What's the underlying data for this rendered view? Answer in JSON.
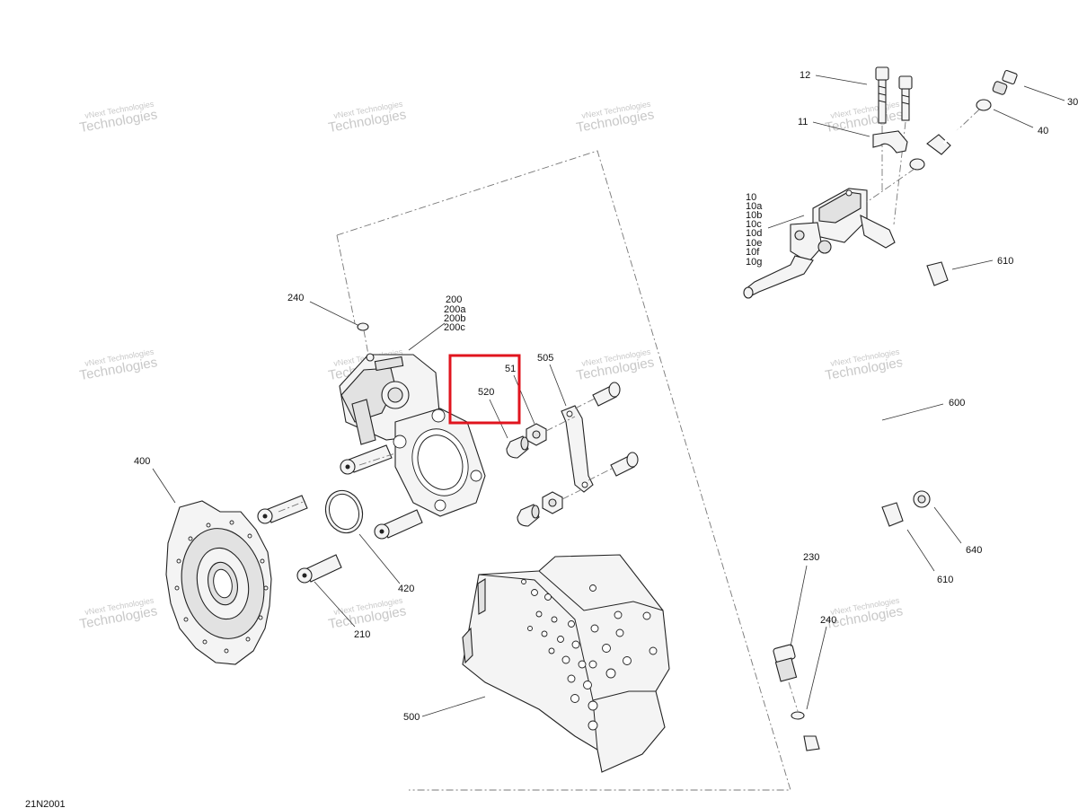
{
  "diagram_code": "21N2001",
  "watermark": {
    "line1": "vNext Technologies",
    "line2": "Technologies"
  },
  "highlight": {
    "color": "#e0141e"
  },
  "labels": {
    "l12": "12",
    "l11": "11",
    "l30": "30",
    "l40": "40",
    "l10": "10",
    "l10a": "10a",
    "l10b": "10b",
    "l10c": "10c",
    "l10d": "10d",
    "l10e": "10e",
    "l10f": "10f",
    "l10g": "10g",
    "l610a": "610",
    "l600": "600",
    "l640": "640",
    "l610b": "610",
    "l240a": "240",
    "l200": "200",
    "l200a": "200a",
    "l200b": "200b",
    "l200c": "200c",
    "l51": "51",
    "l520": "520",
    "l505": "505",
    "l400": "400",
    "l420": "420",
    "l210": "210",
    "l230": "230",
    "l240b": "240",
    "l500": "500"
  }
}
